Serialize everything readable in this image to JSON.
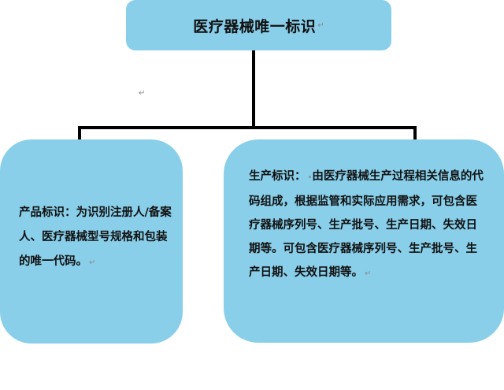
{
  "title": "医疗器械唯一标识",
  "return_mark": "↵",
  "left": {
    "text": "产品标识：为识别注册人/备案人、医疗器械型号规格和包装的唯一代码。"
  },
  "right": {
    "label": "生产标识：",
    "bullet": "•",
    "text": "由医疗器械生产过程相关信息的代码组成，根据监管和实际应用需求，可包含医疗器械序列号、生产批号、生产日期、失效日期等。可包含医疗器械序列号、生产批号、生产日期、失效日期等。"
  }
}
